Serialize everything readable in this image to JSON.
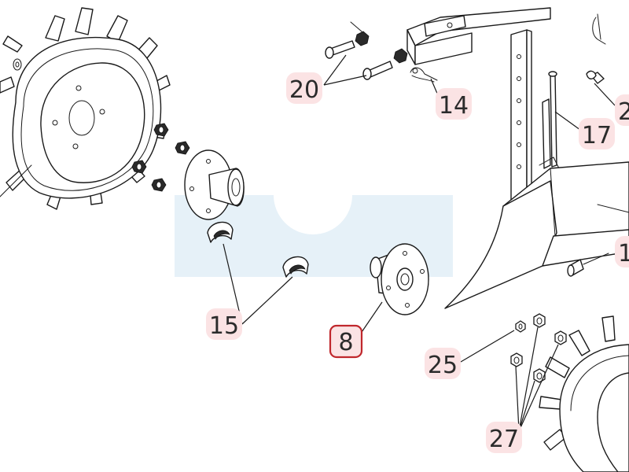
{
  "diagram": {
    "callouts": [
      {
        "id": "20",
        "label": "20"
      },
      {
        "id": "14",
        "label": "14"
      },
      {
        "id": "17",
        "label": "17"
      },
      {
        "id": "2x",
        "label": "2"
      },
      {
        "id": "1x",
        "label": "1"
      },
      {
        "id": "15",
        "label": "15"
      },
      {
        "id": "8",
        "label": "8",
        "highlighted": true
      },
      {
        "id": "25",
        "label": "25"
      },
      {
        "id": "27",
        "label": "27"
      }
    ],
    "colors": {
      "callout_background": "#fbe3e4",
      "highlight_border": "#c0282d",
      "watermark": "#e6f1f8",
      "line": "#1a1a1a"
    }
  }
}
